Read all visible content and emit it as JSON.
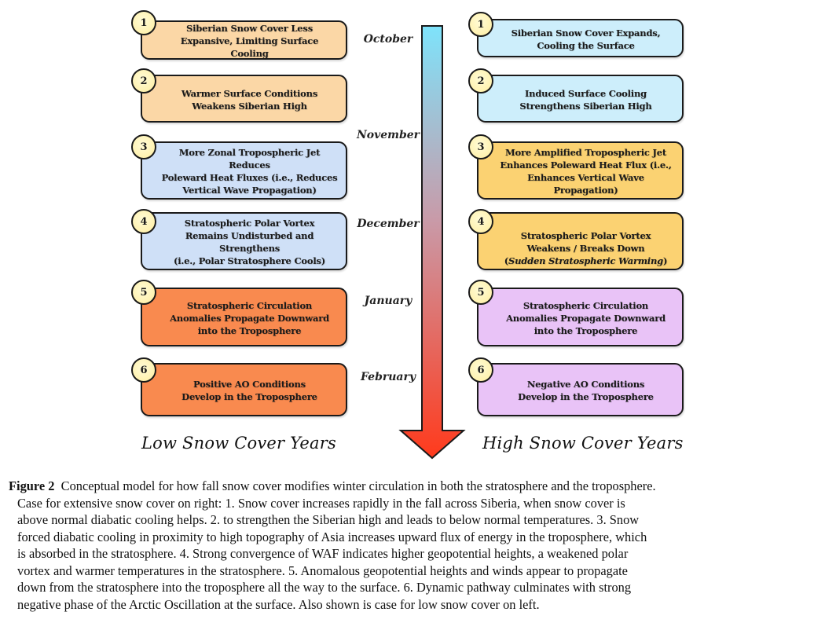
{
  "figure": {
    "months": [
      "October",
      "November",
      "December",
      "January",
      "February"
    ],
    "left_column": {
      "title": "Low Snow Cover Years",
      "steps": [
        {
          "number": "1",
          "text": "Siberian Snow Cover Less\nExpansive, Limiting Surface Cooling",
          "color": "#fbd7a6"
        },
        {
          "number": "2",
          "text": "Warmer Surface Conditions\nWeakens Siberian High",
          "color": "#fbd7a6"
        },
        {
          "number": "3",
          "text": "More Zonal Tropospheric Jet Reduces\nPoleward Heat Fluxes (i.e., Reduces\nVertical Wave Propagation)",
          "color": "#cfe0f7"
        },
        {
          "number": "4",
          "text": "Stratospheric Polar Vortex\nRemains Undisturbed and Strengthens\n(i.e., Polar Stratosphere Cools)",
          "color": "#cfe0f7"
        },
        {
          "number": "5",
          "text": "Stratospheric Circulation\nAnomalies Propagate Downward\ninto the Troposphere",
          "color": "#f98a4f"
        },
        {
          "number": "6",
          "text": "Positive AO Conditions\nDevelop in the Troposphere",
          "color": "#f98a4f"
        }
      ]
    },
    "right_column": {
      "title": "High Snow Cover Years",
      "steps": [
        {
          "number": "1",
          "text": "Siberian Snow Cover Expands,\nCooling the Surface",
          "color": "#cdeefb"
        },
        {
          "number": "2",
          "text": "Induced Surface Cooling\nStrengthens Siberian High",
          "color": "#cdeefb"
        },
        {
          "number": "3",
          "text": "More Amplified Tropospheric Jet\nEnhances Poleward Heat Flux (i.e.,\nEnhances Vertical Wave Propagation)",
          "color": "#fbd272"
        },
        {
          "number": "4",
          "text": "Stratospheric Polar Vortex\nWeakens / Breaks Down",
          "text_italic": "Sudden Stratospheric Warming",
          "color": "#fbd272"
        },
        {
          "number": "5",
          "text": "Stratospheric Circulation\nAnomalies Propagate Downward\ninto the Troposphere",
          "color": "#e9c3f7"
        },
        {
          "number": "6",
          "text": "Negative AO Conditions\nDevelop in the Troposphere",
          "color": "#e9c3f7"
        }
      ]
    },
    "arrow": {
      "top_color": "#7ee3fb",
      "middle_color": "#c99aa8",
      "bottom_color": "#ff3a1c",
      "meaning": "time-progression"
    }
  },
  "caption": {
    "label": "Figure 2",
    "lines": [
      "Conceptual model for how fall snow cover modifies winter circulation in both the stratosphere and the troposphere.",
      "Case for extensive snow cover on right:  1. Snow cover increases rapidly in the fall across Siberia, when snow cover is",
      "above normal diabatic cooling helps.  2. to strengthen the Siberian high and leads to below normal temperatures. 3. Snow",
      "forced diabatic cooling in proximity to high topography of Asia increases upward flux of energy in the troposphere, which",
      "is absorbed in the stratosphere.  4. Strong convergence of WAF indicates higher geopotential heights, a weakened polar",
      "vortex and warmer temperatures in the stratosphere.  5. Anomalous geopotential heights and winds appear to propagate",
      "down from the stratosphere into the troposphere all the way to the surface.  6. Dynamic pathway culminates with strong",
      "negative phase of the Arctic Oscillation at the surface. Also shown is case for low snow cover on left."
    ]
  }
}
